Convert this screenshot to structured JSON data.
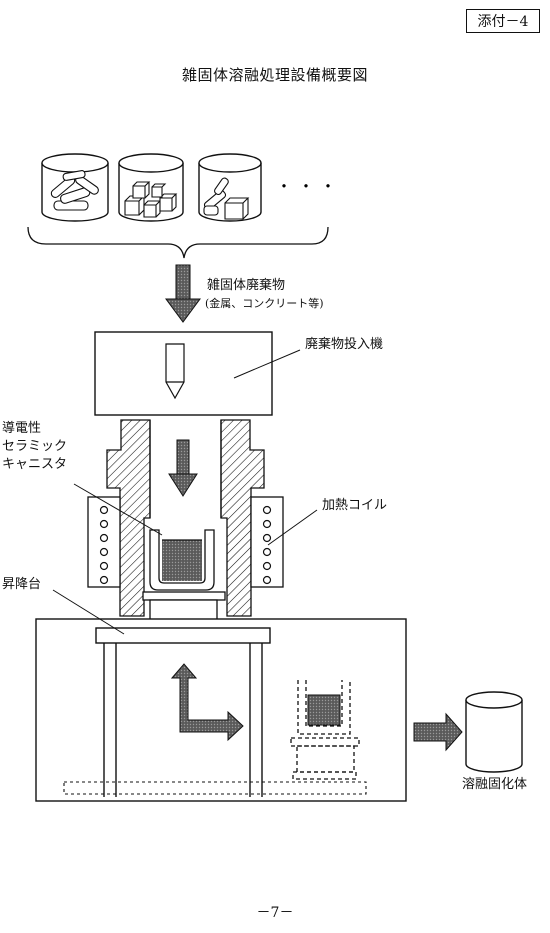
{
  "annex_tag": "添付－4",
  "title": "雑固体溶融処理設備概要図",
  "labels": {
    "waste_main": "雑固体廃棄物",
    "waste_sub": "(金属、コンクリート等)",
    "feeder": "廃棄物投入機",
    "canister_line1": "導電性",
    "canister_line2": "セラミック",
    "canister_line3": "キャニスタ",
    "coil": "加熱コイル",
    "lift": "昇降台",
    "product": "溶融固化体",
    "ellipsis": "・・・"
  },
  "page_number": "－7－",
  "colors": {
    "ink": "#111111",
    "paper": "#ffffff",
    "melt_fill": "#6e6e6e"
  },
  "icons": [
    "waste-drum-pipes-icon",
    "waste-drum-blocks-icon",
    "waste-drum-mixed-icon",
    "down-arrow-icon",
    "right-arrow-icon",
    "move-arrow-icon",
    "product-drum-icon"
  ]
}
